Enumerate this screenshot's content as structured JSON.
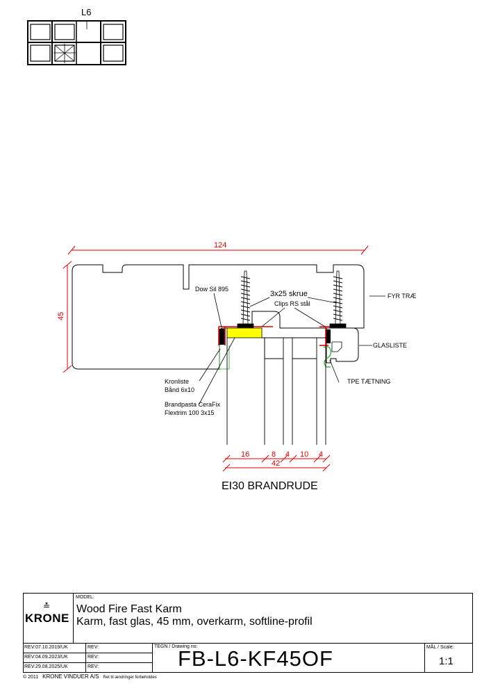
{
  "thumbnail": {
    "label": "L6"
  },
  "dimensions": {
    "overall_width": "124",
    "height": "45",
    "segments": [
      "16",
      "8",
      "4",
      "10",
      "4"
    ],
    "total_glass": "42"
  },
  "annotations": {
    "dow_sil": "Dow Sil 895",
    "screw": "3x25 skrue",
    "clips": "Clips RS stål",
    "fyr_trae": "FYR TRÆ",
    "glasliste": "GLASLISTE",
    "kronliste_1": "Kronliste",
    "kronliste_2": "Bånd 6x10",
    "brandpasta_1": "Brandpasta CeraFix",
    "brandpasta_2": "Flextrim 100 3x15",
    "tpe": "TPE TÆTNING",
    "glass_type": "EI30 BRANDRUDE"
  },
  "title_block": {
    "logo": "KRONE",
    "model_label": "MODEL:",
    "model_title": "Wood Fire Fast Karm",
    "model_subtitle": "Karm, fast glas, 45 mm, overkarm, softline-profil",
    "revisions": [
      "REV:07.10.2019/UK",
      "REV:04.09.2023/UK",
      "REV:29.08.2025/UK"
    ],
    "rev_blank": [
      "REV:",
      "REV:",
      "REV:"
    ],
    "drawing_label": "TEGN / Drawing no:",
    "drawing_no": "FB-L6-KF45OF",
    "scale_label": "MÅL / Scale:",
    "scale": "1:1",
    "copyright": "© 2011",
    "company": "KRONE VINDUER A/S",
    "rights": "Ret til ændringer forbeholdes"
  },
  "colors": {
    "dimension": "#e00000",
    "callout_green": "#22aa22",
    "yellow": "#ffff00"
  }
}
